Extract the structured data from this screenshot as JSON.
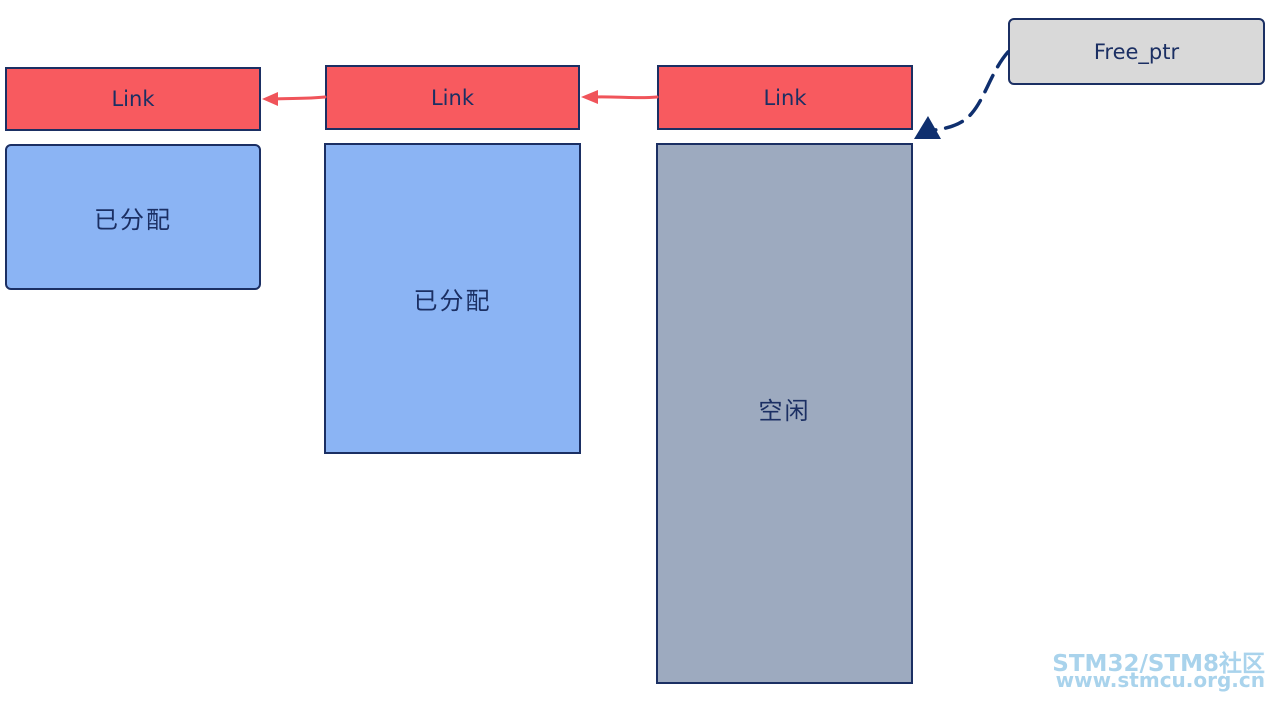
{
  "blocks": [
    {
      "link_label": "Link",
      "body_label": "已分配",
      "state": "allocated"
    },
    {
      "link_label": "Link",
      "body_label": "已分配",
      "state": "allocated"
    },
    {
      "link_label": "Link",
      "body_label": "空闲",
      "state": "free"
    }
  ],
  "free_ptr": {
    "label": "Free_ptr"
  },
  "colors": {
    "link_fill": "#f85a5f",
    "allocated_fill": "#8bb4f4",
    "free_fill": "#9daabf",
    "pointer_fill": "#d9d9d9",
    "outline": "#1b2f63",
    "link_arrow": "#f0545a",
    "pointer_arrow": "#0f2f6e"
  },
  "watermark": {
    "line1": "STM32/STM8社区",
    "line2": "www.stmcu.org.cn"
  }
}
